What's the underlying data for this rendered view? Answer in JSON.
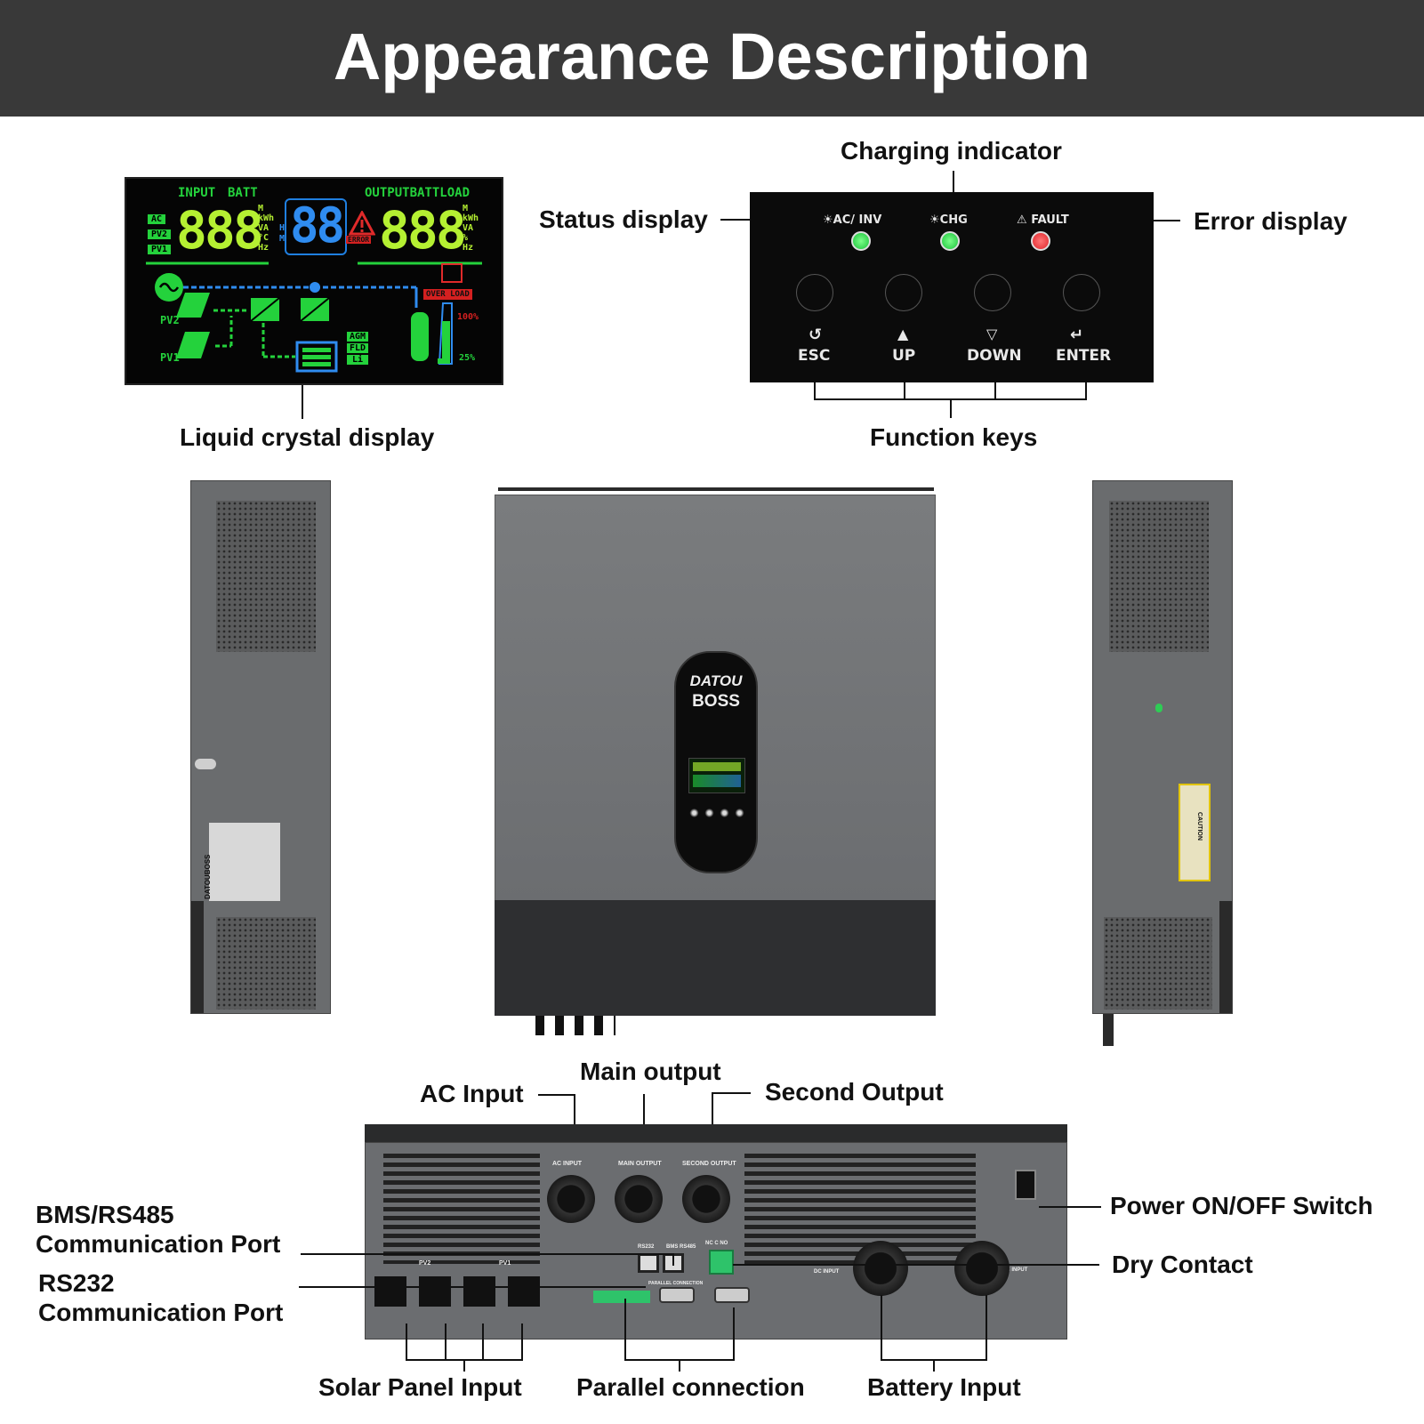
{
  "header": {
    "title": "Appearance Description"
  },
  "lcd": {
    "caption": "Liquid crystal display",
    "input": "INPUT",
    "batt": "BATT",
    "output_batt_load": "OUTPUTBATTLOAD",
    "ac": "AC",
    "pv2": "PV2",
    "pv1": "PV1",
    "left_digits": "888",
    "center_digits": "88",
    "right_digits": "888",
    "units_left": [
      "M",
      "kWh",
      "VA",
      "°C",
      "Hz"
    ],
    "units_mid": [
      "H",
      "M"
    ],
    "units_right": [
      "M",
      "kWh",
      "VA",
      "%",
      "Hz"
    ],
    "error": "ERROR",
    "over_load": "OVER LOAD",
    "pv2_label": "PV2",
    "pv1_label": "PV1",
    "agm": "AGM",
    "fld": "FLD",
    "li": "Li",
    "pct_100": "100%",
    "pct_25": "25%"
  },
  "panel": {
    "charging_indicator": "Charging indicator",
    "status_display": "Status display",
    "error_display": "Error display",
    "function_keys": "Function keys",
    "led_ac_inv": "AC/  INV",
    "led_chg": "CHG",
    "led_fault": "FAULT",
    "keys": [
      "ESC",
      "UP",
      "DOWN",
      "ENTER"
    ],
    "led_colors": {
      "ac": "#19c23a",
      "chg": "#19c23a",
      "fault": "#e0242a"
    }
  },
  "device": {
    "brand_line1": "DATOU",
    "brand_line2": "BOSS",
    "side_brand": "DATOUBOSS",
    "caution": "CAUTION"
  },
  "bottom": {
    "ac_input": "AC Input",
    "main_output": "Main output",
    "second_output": "Second Output",
    "bms_line1": "BMS/RS485",
    "bms_line2": "Communication Port",
    "rs232_line1": "RS232",
    "rs232_line2": "Communication Port",
    "power_switch": "Power ON/OFF Switch",
    "dry_contact": "Dry Contact",
    "solar_input": "Solar Panel Input",
    "parallel": "Parallel connection",
    "battery_input": "Battery Input",
    "port_ac_input": "AC INPUT",
    "port_main_output": "MAIN OUTPUT",
    "port_second_output": "SECOND OUTPUT",
    "port_rs232": "RS232",
    "port_bms": "BMS RS485",
    "port_dry": "NC C NO",
    "port_parallel": "PARALLEL CONNECTION",
    "port_dc_input": "DC INPUT",
    "port_pv2": "PV2",
    "port_pv1": "PV1"
  }
}
